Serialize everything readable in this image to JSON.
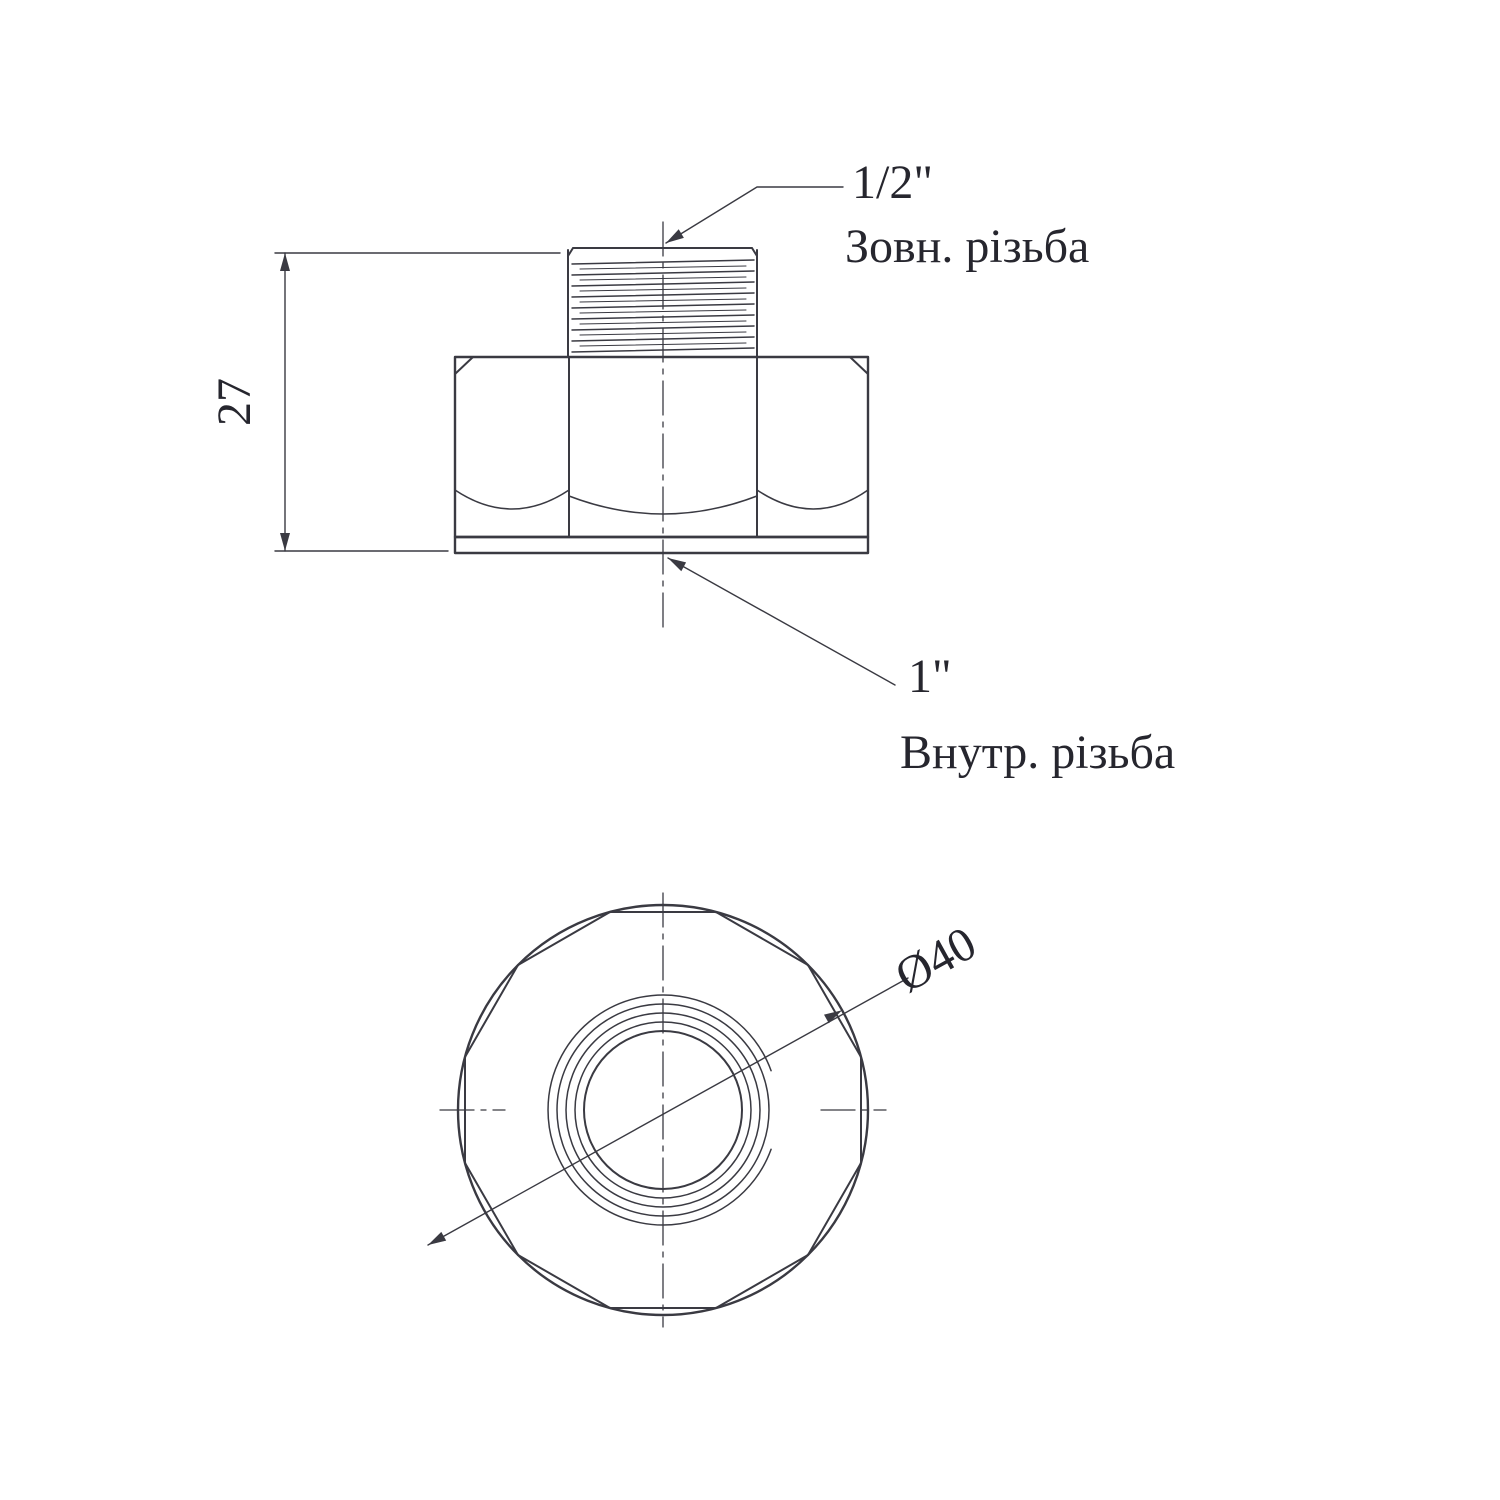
{
  "page": {
    "background": "#ffffff"
  },
  "drawing": {
    "line_color": "#3a3a42",
    "text_color": "#26262e",
    "annotations": {
      "male_thread_size": "1/2\"",
      "male_thread_type": "Зовн. різьба",
      "female_thread_size": "1\"",
      "female_thread_type": "Внутр. різьба",
      "height_dimension": "27",
      "diameter_dimension": "Ø40"
    }
  }
}
